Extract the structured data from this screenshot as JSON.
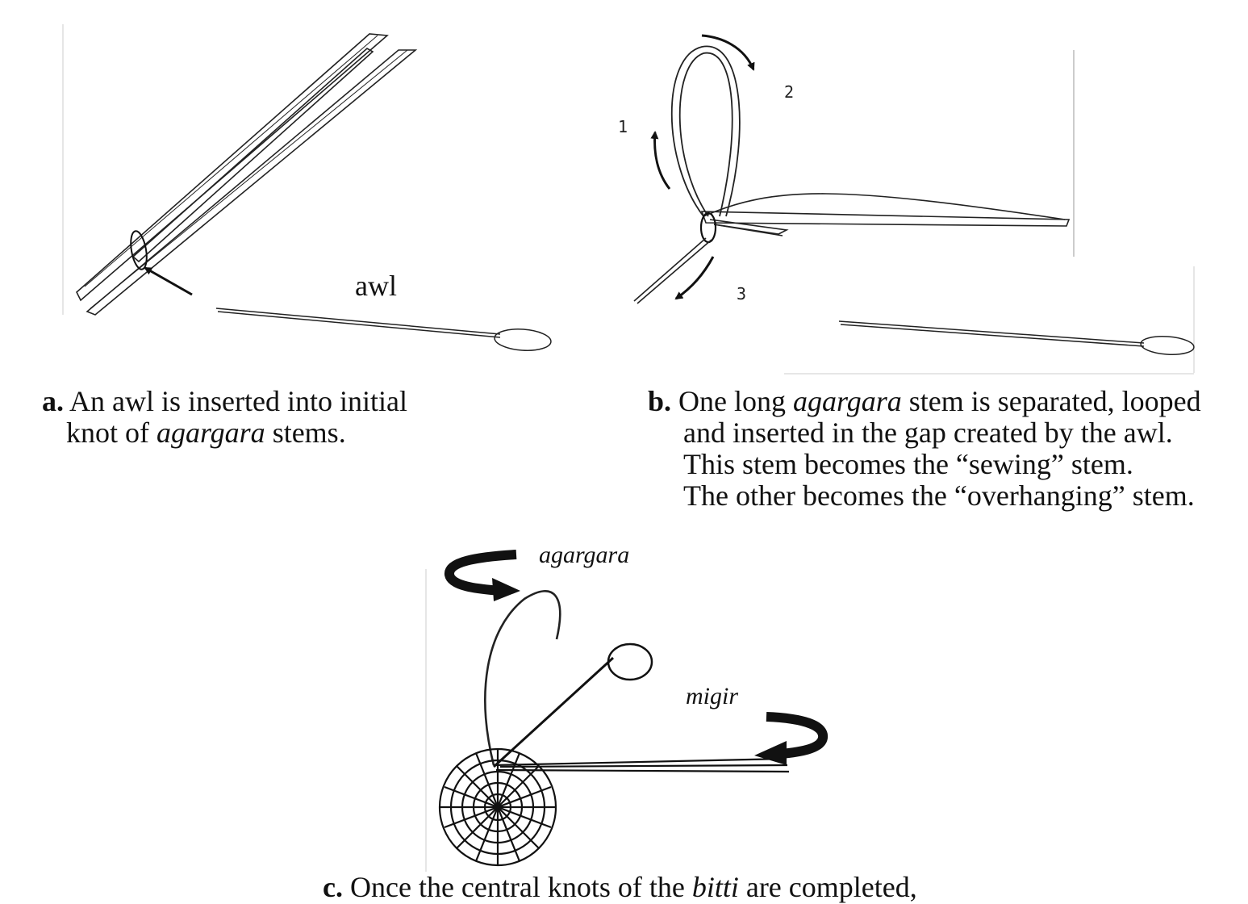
{
  "panel_a": {
    "label_awl": "awl",
    "caption": {
      "letter": "a.",
      "line1": "An awl is inserted into initial",
      "line2_pre": "knot of ",
      "line2_ital": "agargara",
      "line2_post": " stems."
    }
  },
  "panel_b": {
    "step_1": "1",
    "step_2": "2",
    "step_3": "3",
    "caption": {
      "letter": "b.",
      "line1_pre": "One long ",
      "line1_ital": "agargara",
      "line1_post": " stem is separated, looped",
      "line2": "and inserted in the gap created by the awl.",
      "line3": "This stem becomes the “sewing” stem.",
      "line4": "The other becomes the “overhanging” stem."
    }
  },
  "panel_c": {
    "label_agargara": "agargara",
    "label_migir": "migir",
    "caption": {
      "letter": "c.",
      "pre": "Once the central knots of the ",
      "ital": "bitti",
      "post": " are completed,"
    }
  }
}
